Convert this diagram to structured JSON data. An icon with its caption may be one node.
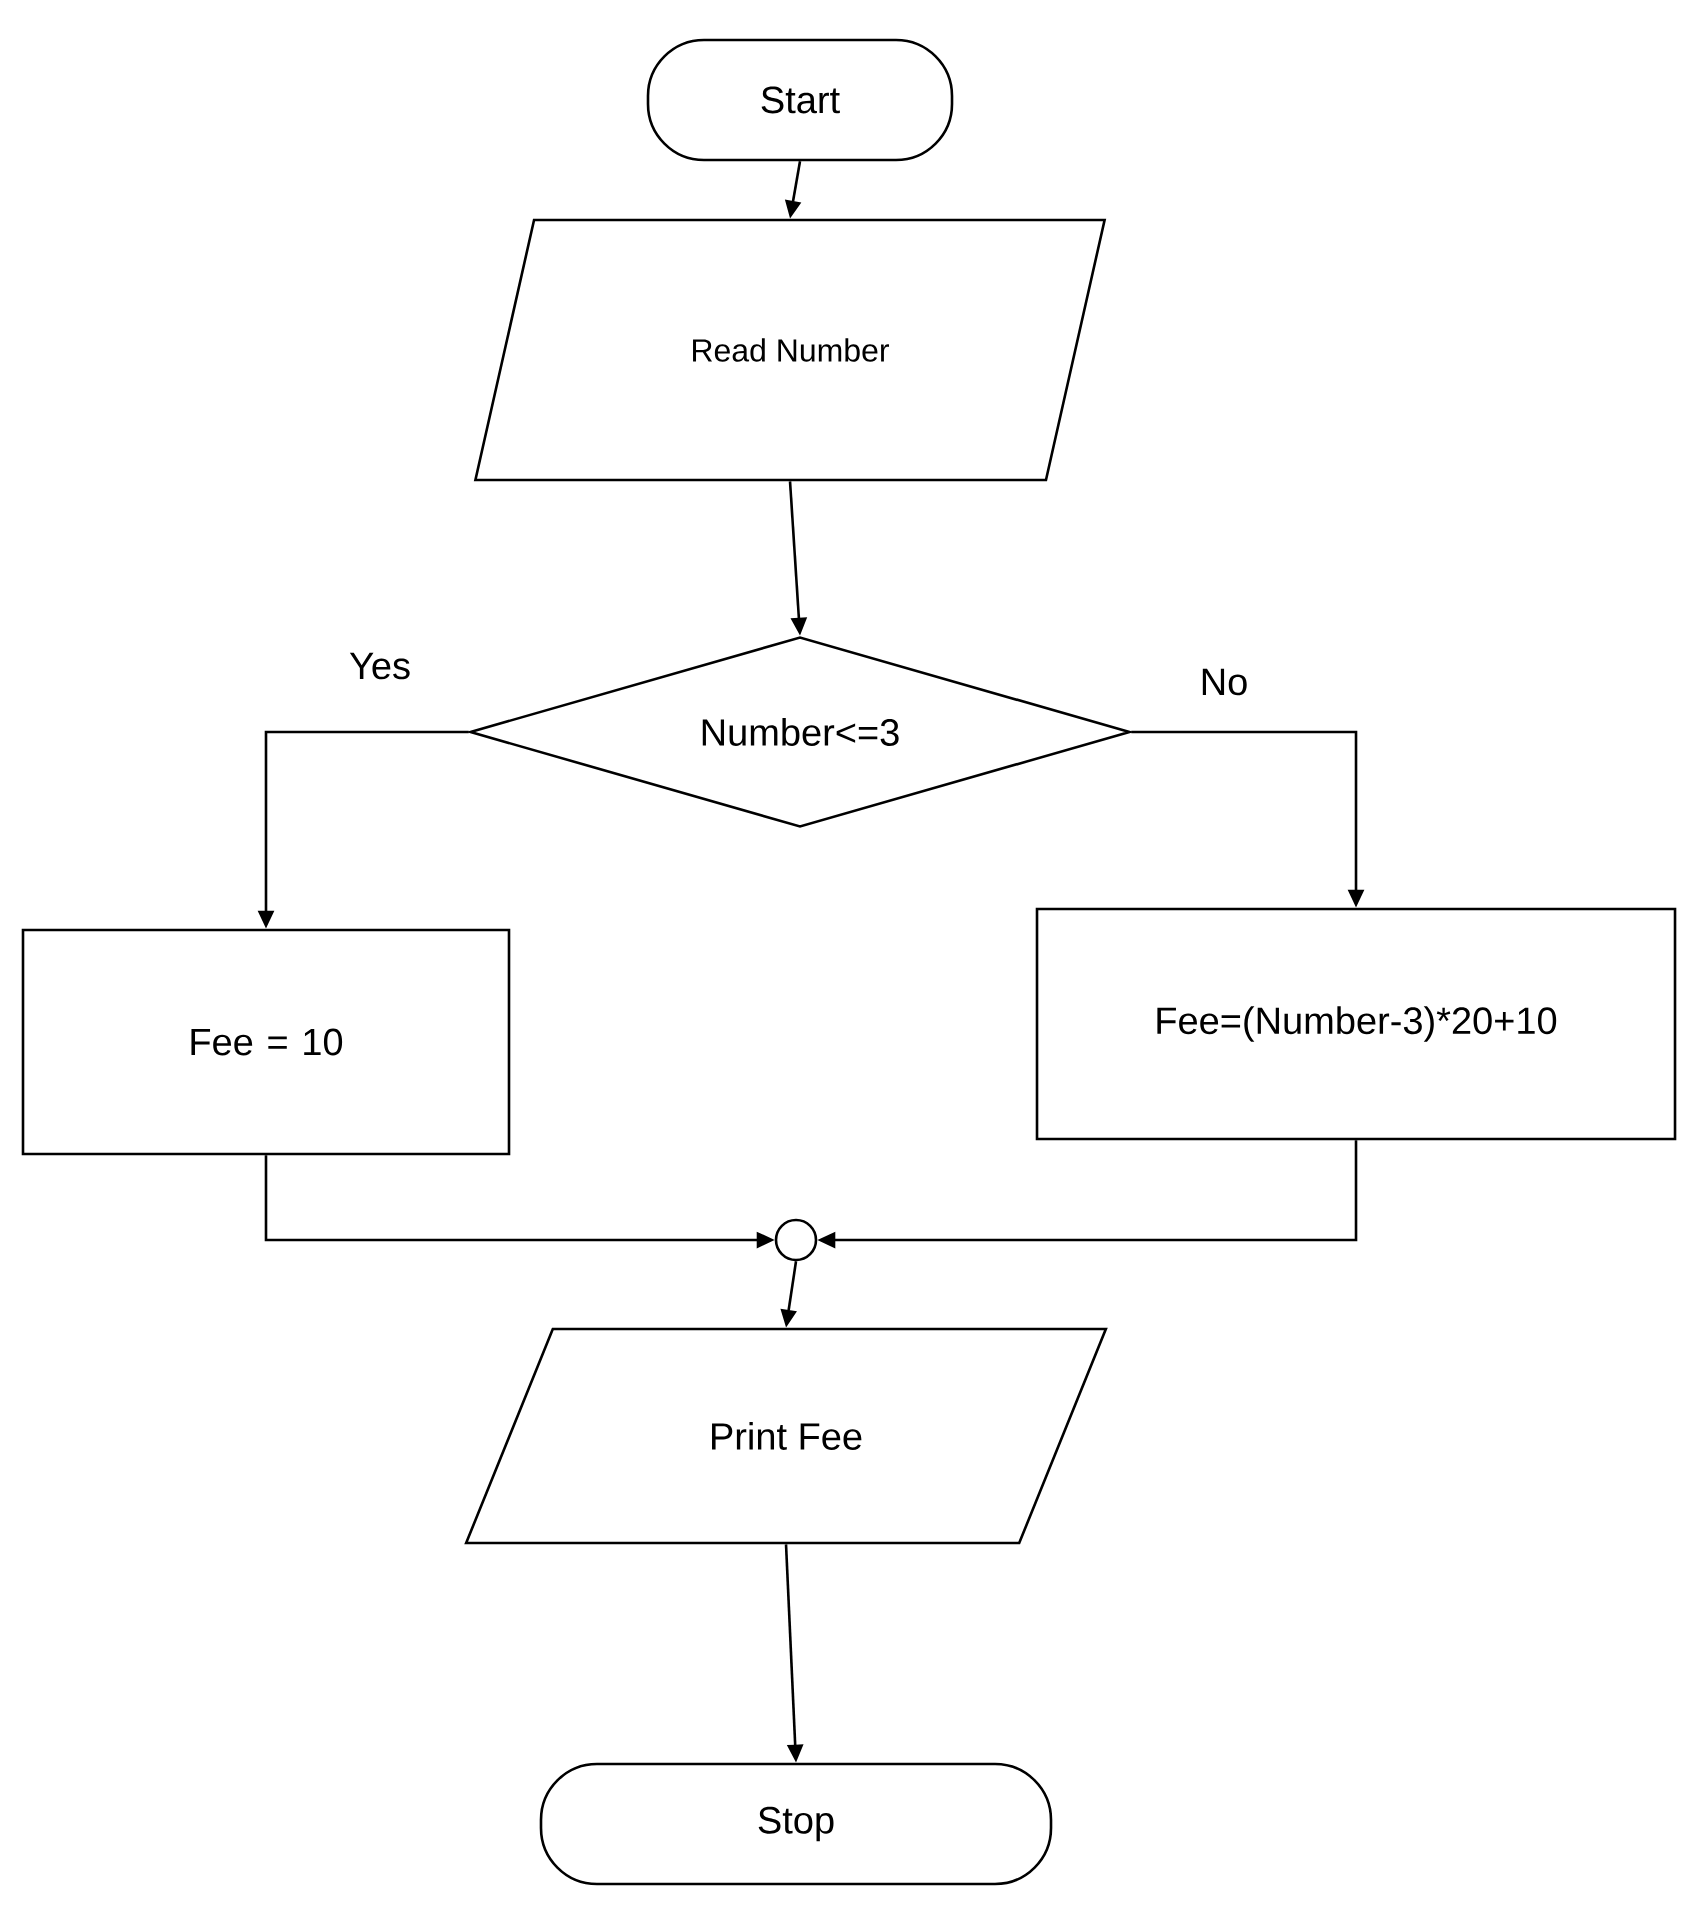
{
  "diagram": {
    "nodes": [
      {
        "text": [
          "Start"
        ]
      },
      {
        "text": [
          "Read Number"
        ]
      },
      {
        "text": [
          "Number<=3"
        ]
      },
      {
        "text": [
          "Fee = 10"
        ]
      },
      {
        "text": [
          "Fee=(Number-3)*20+10"
        ]
      },
      {
        "text": [],
        "shape": "circle"
      },
      {
        "text": [
          "Print Fee"
        ]
      },
      {
        "text": [
          "Stop"
        ]
      }
    ],
    "edges": [
      {
        "from": 0,
        "to": 1,
        "arrow": "to"
      },
      {
        "from": 1,
        "to": 2,
        "arrow": "to"
      },
      {
        "from": 2,
        "to": 3,
        "arrow": "to",
        "label": "Yes"
      },
      {
        "from": 2,
        "to": 4,
        "arrow": "to",
        "label": "No"
      },
      {
        "from": 3,
        "to": 5,
        "arrow": "to"
      },
      {
        "from": 4,
        "to": 5,
        "arrow": "to"
      },
      {
        "from": 5,
        "to": 6,
        "arrow": "to"
      },
      {
        "from": 6,
        "to": 7,
        "arrow": "to"
      }
    ]
  }
}
